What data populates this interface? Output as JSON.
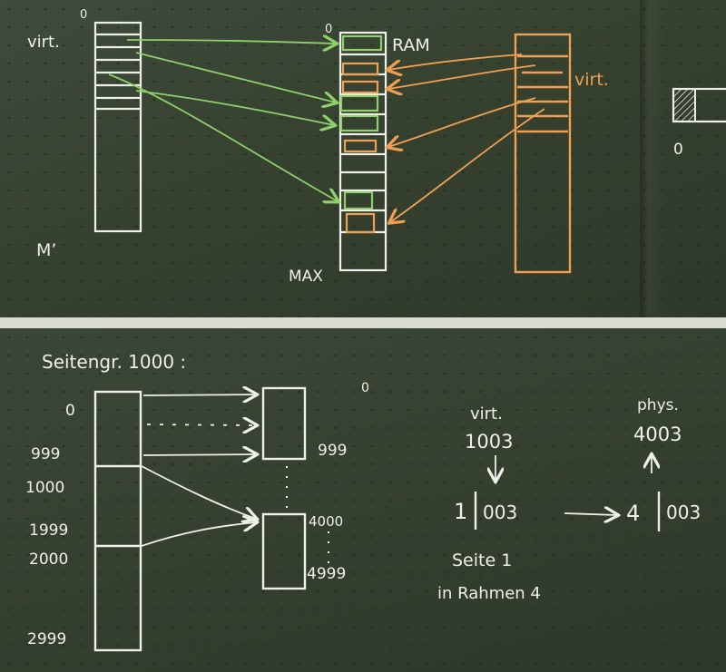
{
  "top": {
    "label_virt_left": "virt.",
    "label_zero_left": "0",
    "label_zero_ram": "0",
    "label_ram": "RAM",
    "label_virt_right": "virt.",
    "label_m_prime": "M’",
    "label_max": "MAX",
    "label_zero_far": "0"
  },
  "bottom": {
    "page_size_title": "Seitengr. 1000 :",
    "addr_0": "0",
    "addr_999": "999",
    "addr_1000": "1000",
    "addr_1999": "1999",
    "addr_2000": "2000",
    "addr_2999": "2999",
    "frame_top_0": "0",
    "frame_top_999": "999",
    "frame_4000": "4000",
    "frame_4999": "4999",
    "virt_label": "virt.",
    "virt_value": "1003",
    "phys_label": "phys.",
    "phys_value": "4003",
    "split_virt_page": "1",
    "split_virt_offset": "003",
    "split_phys_frame": "4",
    "split_phys_offset": "003",
    "caption_line1": "Seite 1",
    "caption_line2": "in Rahmen 4"
  },
  "colors": {
    "chalk_white": "#eef0ea",
    "chalk_green": "#8fd06a",
    "chalk_orange": "#f0a052"
  }
}
